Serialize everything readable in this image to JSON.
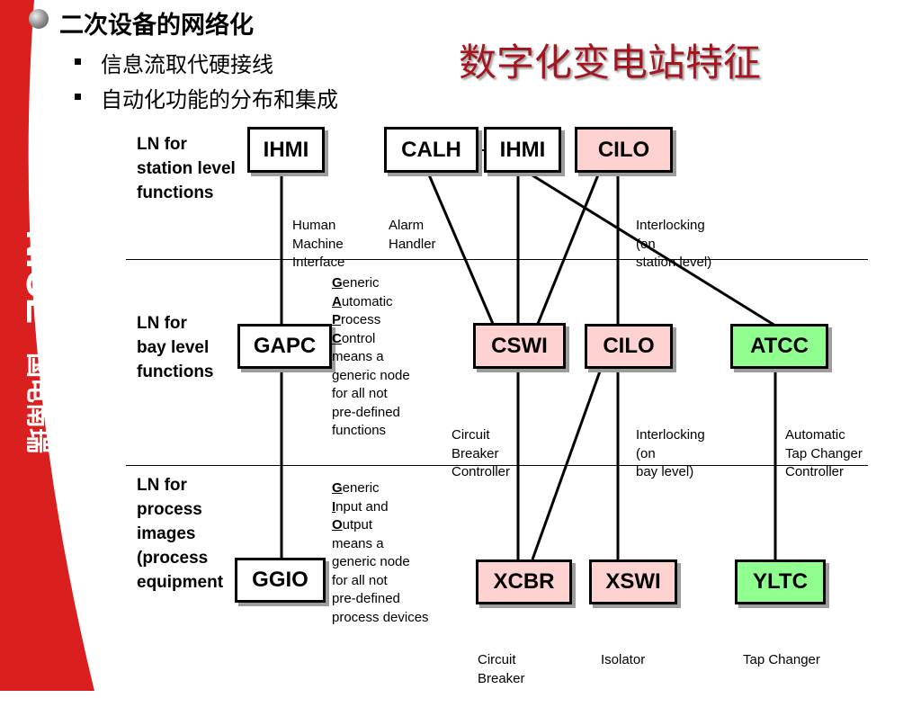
{
  "logo": {
    "brand": "NICE",
    "chinese": "国电南瑞",
    "colors": {
      "band": "#d9201f",
      "shape": "#ffffff"
    }
  },
  "heading": {
    "main": "二次设备的网络化",
    "items": [
      "信息流取代硬接线",
      "自动化功能的分布和集成"
    ]
  },
  "title": "数字化变电站特征",
  "levels": {
    "station": [
      "LN for",
      "station level",
      "functions"
    ],
    "bay": [
      "LN for",
      "bay level",
      "functions"
    ],
    "process": [
      "LN for",
      "process",
      "images",
      "(process",
      "equipment"
    ]
  },
  "nodes": {
    "ihmi_left": {
      "label": "IHMI",
      "fill": "white"
    },
    "calh": {
      "label": "CALH",
      "fill": "white"
    },
    "ihmi_right": {
      "label": "IHMI",
      "fill": "white"
    },
    "cilo_station": {
      "label": "CILO",
      "fill": "pink"
    },
    "gapc": {
      "label": "GAPC",
      "fill": "white"
    },
    "cswi": {
      "label": "CSWI",
      "fill": "pink"
    },
    "cilo_bay": {
      "label": "CILO",
      "fill": "pink"
    },
    "atcc": {
      "label": "ATCC",
      "fill": "green"
    },
    "ggio": {
      "label": "GGIO",
      "fill": "white"
    },
    "xcbr": {
      "label": "XCBR",
      "fill": "pink"
    },
    "xswi": {
      "label": "XSWI",
      "fill": "pink"
    },
    "yltc": {
      "label": "YLTC",
      "fill": "green"
    }
  },
  "descriptions": {
    "hmi": [
      "Human",
      "Machine",
      "Interface"
    ],
    "alarm": [
      "Alarm",
      "Handler"
    ],
    "interlock_station": [
      "Interlocking",
      "(on",
      "station level)"
    ],
    "breaker_ctrl": [
      "Circuit",
      "Breaker",
      "Controller"
    ],
    "interlock_bay": [
      "Interlocking",
      "(on",
      "bay level)"
    ],
    "tap_ctrl": [
      "Automatic",
      "Tap Changer",
      "Controller"
    ],
    "breaker": [
      "Circuit",
      "Breaker"
    ],
    "isolator": [
      "Isolator"
    ],
    "tap_changer": [
      "Tap Changer"
    ]
  },
  "gapc_def": [
    {
      "initial": "G",
      "rest": "eneric"
    },
    {
      "initial": "A",
      "rest": "utomatic"
    },
    {
      "initial": "P",
      "rest": "rocess"
    },
    {
      "initial": "C",
      "rest": "ontrol"
    },
    {
      "initial": "",
      "rest": "means a"
    },
    {
      "initial": "",
      "rest": "generic node"
    },
    {
      "initial": "",
      "rest": "for all not"
    },
    {
      "initial": "",
      "rest": "pre-defined"
    },
    {
      "initial": "",
      "rest": "functions"
    }
  ],
  "ggio_def": [
    {
      "initial": "G",
      "rest": "eneric"
    },
    {
      "initial": "I",
      "rest": "nput and"
    },
    {
      "initial": "O",
      "rest": "utput"
    },
    {
      "initial": "",
      "rest": "means a"
    },
    {
      "initial": "",
      "rest": "generic node"
    },
    {
      "initial": "",
      "rest": "for all not"
    },
    {
      "initial": "",
      "rest": "pre-defined"
    },
    {
      "initial": "",
      "rest": "process devices"
    }
  ]
}
